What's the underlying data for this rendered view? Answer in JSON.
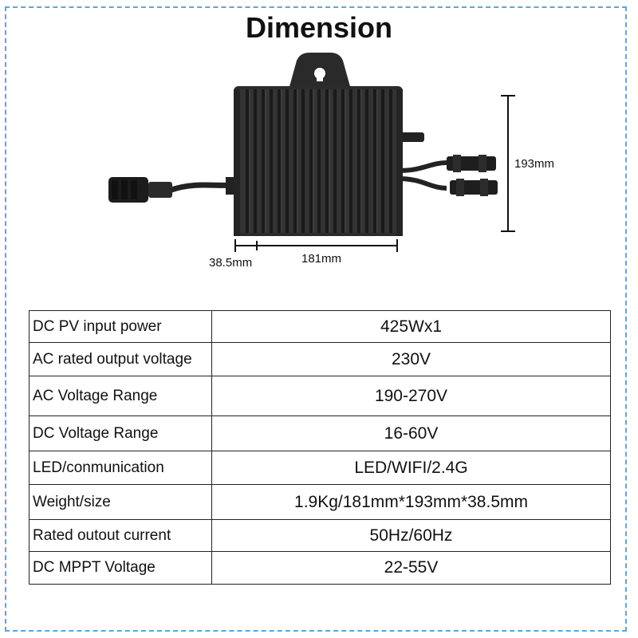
{
  "title": "Dimension",
  "dimensions": {
    "height": "193mm",
    "depth": "38.5mm",
    "width": "181mm"
  },
  "specs": [
    {
      "label": "DC PV input power",
      "value": "425Wx1"
    },
    {
      "label": "AC rated output voltage",
      "value": "230V"
    },
    {
      "label": "AC Voltage Range",
      "value": "190-270V"
    },
    {
      "label": "DC Voltage Range",
      "value": "16-60V"
    },
    {
      "label": "LED/conmunication",
      "value": "LED/WIFI/2.4G"
    },
    {
      "label": "Weight/size",
      "value": "1.9Kg/181mm*193mm*38.5mm"
    },
    {
      "label": "Rated outout current",
      "value": "50Hz/60Hz"
    },
    {
      "label": "DC MPPT Voltage",
      "value": "22-55V"
    }
  ]
}
